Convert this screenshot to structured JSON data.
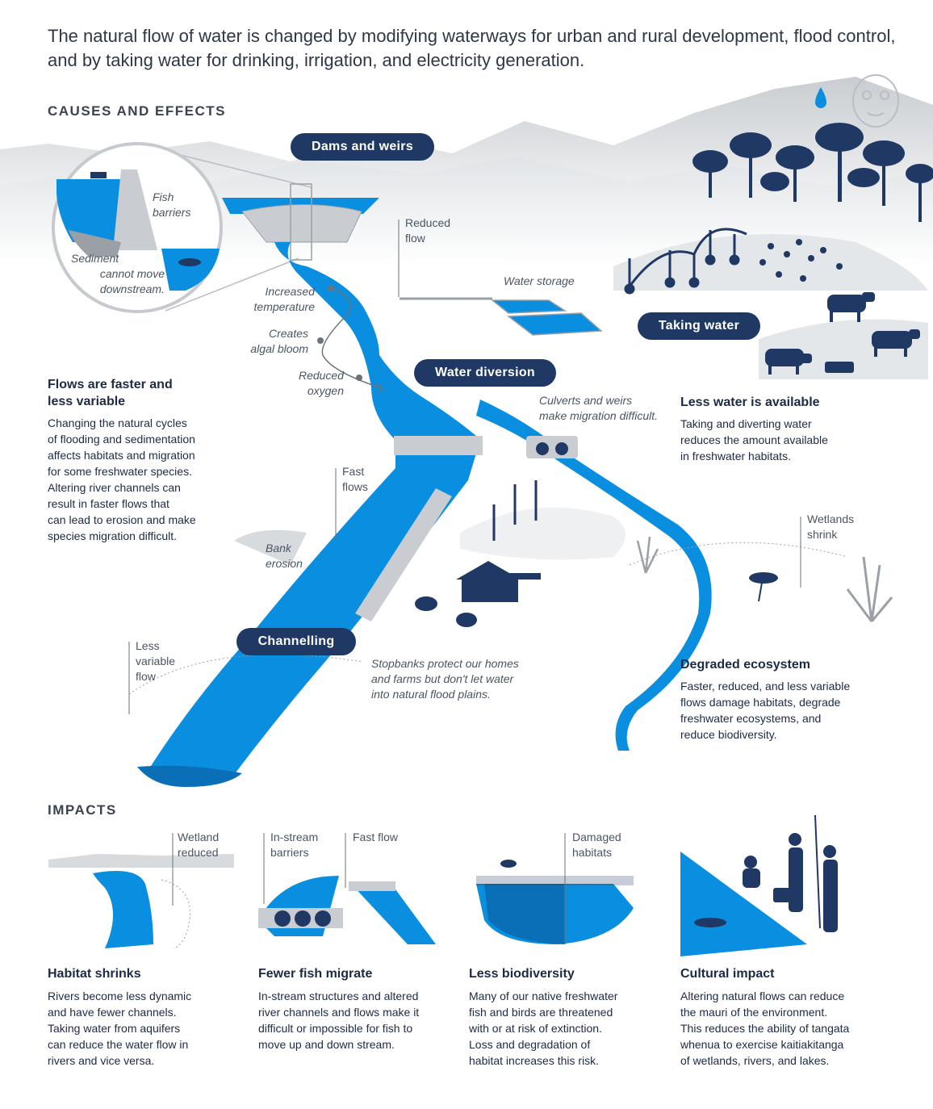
{
  "intro": "The natural flow of water is changed by modifying waterways for urban and rural development, flood control, and by taking water for drinking, irrigation, and electricity generation.",
  "sections": {
    "causes": "CAUSES AND EFFECTS",
    "impacts": "IMPACTS"
  },
  "pills": {
    "dams": "Dams and weirs",
    "diversion": "Water diversion",
    "taking": "Taking water",
    "channelling": "Channelling"
  },
  "notes": {
    "fish_barriers_1": "Fish",
    "fish_barriers_2": "barriers",
    "sediment_1": "Sediment",
    "sediment_2": "cannot move",
    "sediment_3": "downstream.",
    "reduced_flow_1": "Reduced",
    "reduced_flow_2": "flow",
    "water_storage": "Water storage",
    "increased_temp_1": "Increased",
    "increased_temp_2": "temperature",
    "algal_1": "Creates",
    "algal_2": "algal bloom",
    "oxygen_1": "Reduced",
    "oxygen_2": "oxygen",
    "culverts_1": "Culverts and weirs",
    "culverts_2": "make migration difficult.",
    "fast_flows_1": "Fast",
    "fast_flows_2": "flows",
    "bank_erosion_1": "Bank",
    "bank_erosion_2": "erosion",
    "wetlands_shrink_1": "Wetlands",
    "wetlands_shrink_2": "shrink",
    "less_variable_1": "Less",
    "less_variable_2": "variable",
    "less_variable_3": "flow",
    "stopbanks_1": "Stopbanks protect our homes",
    "stopbanks_2": "and farms but don't let water",
    "stopbanks_3": "into natural flood plains."
  },
  "blocks": {
    "faster": {
      "heading_1": "Flows are faster and",
      "heading_2": "less variable",
      "lines": [
        "Changing the natural cycles",
        "of flooding and sedimentation",
        "affects habitats and migration",
        "for some freshwater species.",
        "Altering river channels can",
        "result in faster flows that",
        "can lead to erosion and make",
        "species migration difficult."
      ]
    },
    "less_water": {
      "heading": "Less water is available",
      "lines": [
        "Taking and diverting water",
        "reduces the amount available",
        "in freshwater habitats."
      ]
    },
    "degraded": {
      "heading": "Degraded ecosystem",
      "lines": [
        "Faster, reduced, and less variable",
        "flows damage habitats, degrade",
        "freshwater ecosystems, and",
        "reduce biodiversity."
      ]
    }
  },
  "impacts": [
    {
      "labels": [
        "Wetland",
        "reduced"
      ],
      "heading": "Habitat shrinks",
      "lines": [
        "Rivers become less dynamic",
        "and have fewer channels.",
        "Taking water from aquifers",
        "can reduce the water flow in",
        "rivers and vice versa."
      ]
    },
    {
      "labels": [
        "In-stream",
        "barriers",
        "Fast flow"
      ],
      "heading": "Fewer fish migrate",
      "lines": [
        "In-stream structures and altered",
        "river channels and flows make it",
        "difficult or impossible for fish to",
        "move up and down stream."
      ]
    },
    {
      "labels": [
        "Damaged",
        "habitats"
      ],
      "heading": "Less biodiversity",
      "lines": [
        "Many of our native freshwater",
        "fish and birds are threatened",
        "with or at risk of extinction.",
        "Loss and degradation of",
        "habitat increases this risk."
      ]
    },
    {
      "labels": [],
      "heading": "Cultural impact",
      "lines": [
        "Altering natural flows can reduce",
        "the mauri of the environment.",
        "This reduces the ability of tangata",
        "whenua to exercise kaitiakitanga",
        "of wetlands, rivers, and lakes."
      ]
    }
  ],
  "colors": {
    "river": "#0a8fe0",
    "river_dark": "#0b6fb8",
    "navy": "#1f3864",
    "grey_land": "#d8dbde",
    "grey_mid": "#b9bec3"
  }
}
